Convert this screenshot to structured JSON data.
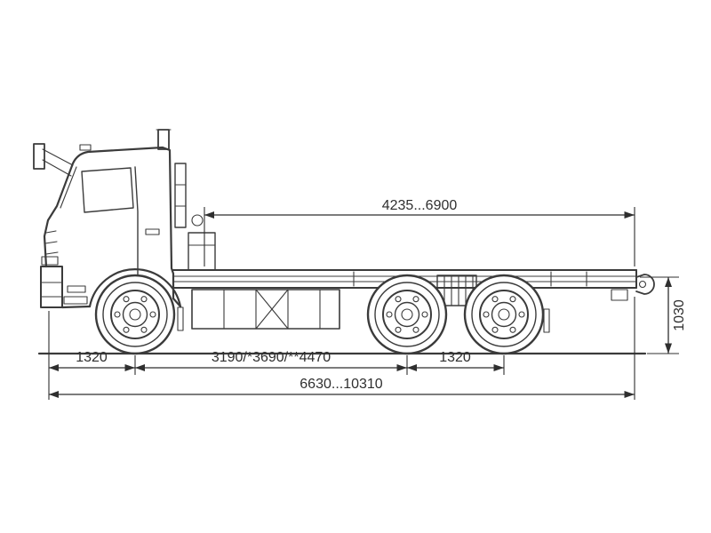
{
  "drawing": {
    "line_color": "#3b3b3b",
    "dim_color": "#2f2f2f",
    "background": "#ffffff"
  },
  "dims": {
    "top_span": "4235...6900",
    "frame_height": "1030",
    "front_overhang": "1320",
    "wheelbase": "3190/*3690/**4470",
    "rear_axle_spacing": "1320",
    "overall_length": "6630...10310"
  }
}
